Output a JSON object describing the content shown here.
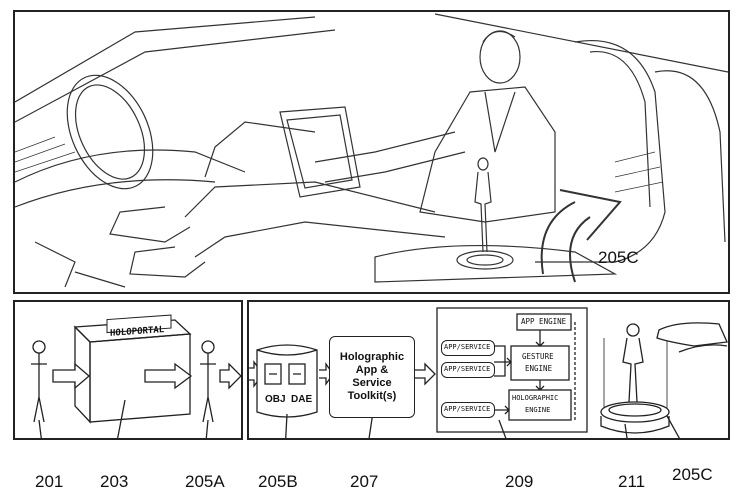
{
  "top_panel": {
    "ref_label": "205C"
  },
  "bottom_panel": {
    "holoportal_label": "HOLOPORTAL",
    "file_formats": [
      "OBJ",
      "DAE"
    ],
    "toolkit_label": [
      "Holographic",
      "App &",
      "Service",
      "Toolkit(s)"
    ],
    "app_services": [
      "APP/SERVICE",
      "APP/SERVICE",
      "APP/SERVICE"
    ],
    "engines": {
      "app_engine": "APP ENGINE",
      "gesture_engine": [
        "GESTURE",
        "ENGINE"
      ],
      "holographic_engine": [
        "HOLOGRAPHIC",
        "ENGINE"
      ]
    }
  },
  "reference_numerals": {
    "r201": "201",
    "r203": "203",
    "r205A": "205A",
    "r205B": "205B",
    "r207": "207",
    "r209": "209",
    "r211": "211",
    "r205C_bottom": "205C"
  }
}
